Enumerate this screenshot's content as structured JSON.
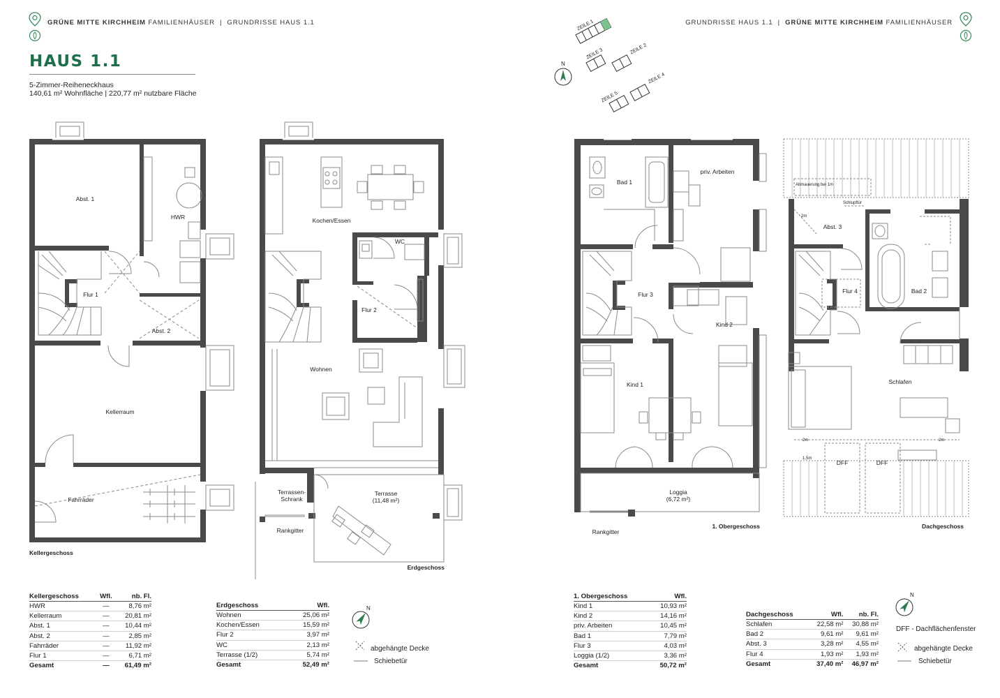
{
  "header_left": {
    "brand": "GRÜNE MITTE KIRCHHEIM",
    "section": "FAMILIENHÄUSER",
    "sep": "|",
    "page": "GRUNDRISSE HAUS 1.1"
  },
  "header_right": {
    "page": "GRUNDRISSE HAUS 1.1",
    "sep": "|",
    "brand": "GRÜNE MITTE KIRCHHEIM",
    "section": "FAMILIENHÄUSER"
  },
  "house": {
    "title": "HAUS 1.1",
    "type": "5-Zimmer-Reiheneckhaus",
    "areas": "140,61 m² Wohnfläche | 220,77 m² nutzbare Fläche"
  },
  "site_plan": {
    "rows": [
      "ZEILE 1",
      "ZEILE 2",
      "ZEILE 3",
      "ZEILE 4",
      "ZEILE 5"
    ],
    "north": "N"
  },
  "floors": {
    "keller": {
      "label": "Kellergeschoss",
      "rooms": [
        "Abst. 1",
        "HWR",
        "Flur 1",
        "Abst. 2",
        "Kellerraum",
        "Fahrräder"
      ]
    },
    "erd": {
      "label": "Erdgeschoss",
      "rooms": [
        "Kochen/Essen",
        "WC",
        "Flur 2",
        "Wohnen",
        "Terrassen-",
        "Schrank",
        "Terrasse",
        "(11,48 m²)",
        "Rankgitter"
      ]
    },
    "ober": {
      "label": "1. Obergeschoss",
      "rooms": [
        "Bad 1",
        "priv. Arbeiten",
        "Flur 3",
        "Kind 2",
        "Kind 1",
        "Loggia",
        "(6,72 m²)",
        "Rankgitter"
      ]
    },
    "dach": {
      "label": "Dachgeschoss",
      "rooms": [
        "Abmauerung bei 1m",
        "Schlupftür",
        "Abst. 3",
        "Bad 2",
        "Flur 4",
        "Schlafen",
        "DFF",
        "DFF"
      ],
      "dims": [
        "2m",
        "2m",
        "2m",
        "1,5m"
      ]
    }
  },
  "tables": {
    "keller": {
      "headers": [
        "Kellergeschoss",
        "Wfl.",
        "nb. Fl."
      ],
      "rows": [
        [
          "HWR",
          "—",
          "8,76 m²"
        ],
        [
          "Kellerraum",
          "—",
          "20,81 m²"
        ],
        [
          "Abst. 1",
          "—",
          "10,44 m²"
        ],
        [
          "Abst. 2",
          "—",
          "2,85 m²"
        ],
        [
          "Fahrräder",
          "—",
          "11,92 m²"
        ],
        [
          "Flur 1",
          "—",
          "6,71 m²"
        ]
      ],
      "total": [
        "Gesamt",
        "—",
        "61,49 m²"
      ]
    },
    "erd": {
      "headers": [
        "Erdgeschoss",
        "Wfl."
      ],
      "rows": [
        [
          "Wohnen",
          "25,06 m²"
        ],
        [
          "Kochen/Essen",
          "15,59 m²"
        ],
        [
          "Flur 2",
          "3,97 m²"
        ],
        [
          "WC",
          "2,13 m²"
        ],
        [
          "Terrasse (1/2)",
          "5,74 m²"
        ]
      ],
      "total": [
        "Gesamt",
        "52,49 m²"
      ]
    },
    "ober": {
      "headers": [
        "1. Obergeschoss",
        "Wfl."
      ],
      "rows": [
        [
          "Kind 1",
          "10,93 m²"
        ],
        [
          "Kind 2",
          "14,16 m²"
        ],
        [
          "priv. Arbeiten",
          "10,45 m²"
        ],
        [
          "Bad 1",
          "7,79 m²"
        ],
        [
          "Flur 3",
          "4,03 m²"
        ],
        [
          "Loggia (1/2)",
          "3,36 m²"
        ]
      ],
      "total": [
        "Gesamt",
        "50,72 m²"
      ]
    },
    "dach": {
      "headers": [
        "Dachgeschoss",
        "Wfl.",
        "nb. Fl."
      ],
      "rows": [
        [
          "Schlafen",
          "22,58 m²",
          "30,88 m²"
        ],
        [
          "Bad 2",
          "9,61 m²",
          "9,61 m²"
        ],
        [
          "Abst. 3",
          "3,28 m²",
          "4,55 m²"
        ],
        [
          "Flur 4",
          "1,93 m²",
          "1,93 m²"
        ]
      ],
      "total": [
        "Gesamt",
        "37,40 m²",
        "46,97 m²"
      ]
    }
  },
  "legend_left": {
    "north": "N",
    "ceiling": "abgehängte Decke",
    "sliding": "Schiebetür"
  },
  "legend_right": {
    "north": "N",
    "dff": "DFF - Dachflächenfenster",
    "ceiling": "abgehängte Decke",
    "sliding": "Schiebetür"
  },
  "colors": {
    "wall": "#4a4a4a",
    "brand_green": "#1f6e4a",
    "line": "#8a8a8a"
  }
}
